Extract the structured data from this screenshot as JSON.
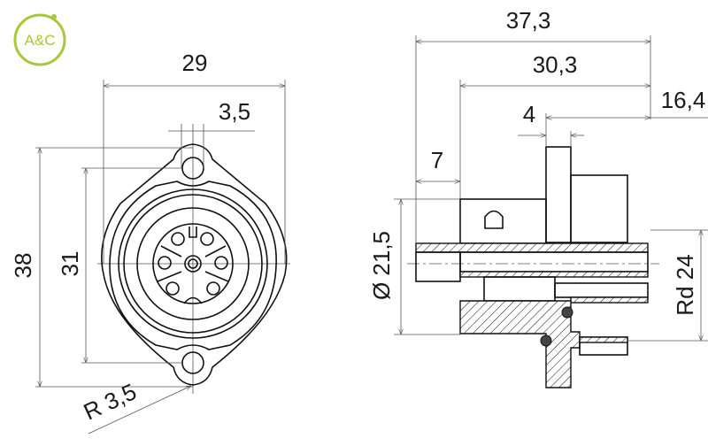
{
  "logo": {
    "text": "A&C",
    "color": "#a6c83a"
  },
  "front_view": {
    "width_label": "29",
    "hole_label": "3,5",
    "height_label": "38",
    "hole_spacing_label": "31",
    "radius_label": "R 3,5"
  },
  "side_view": {
    "overall_length_label": "37,3",
    "body_length_label": "30,3",
    "rear_length_label": "16,4",
    "flange_thickness_label": "4",
    "front_length_label": "7",
    "diameter_label": "Ø 21,5",
    "thread_label": "Rd 24"
  }
}
